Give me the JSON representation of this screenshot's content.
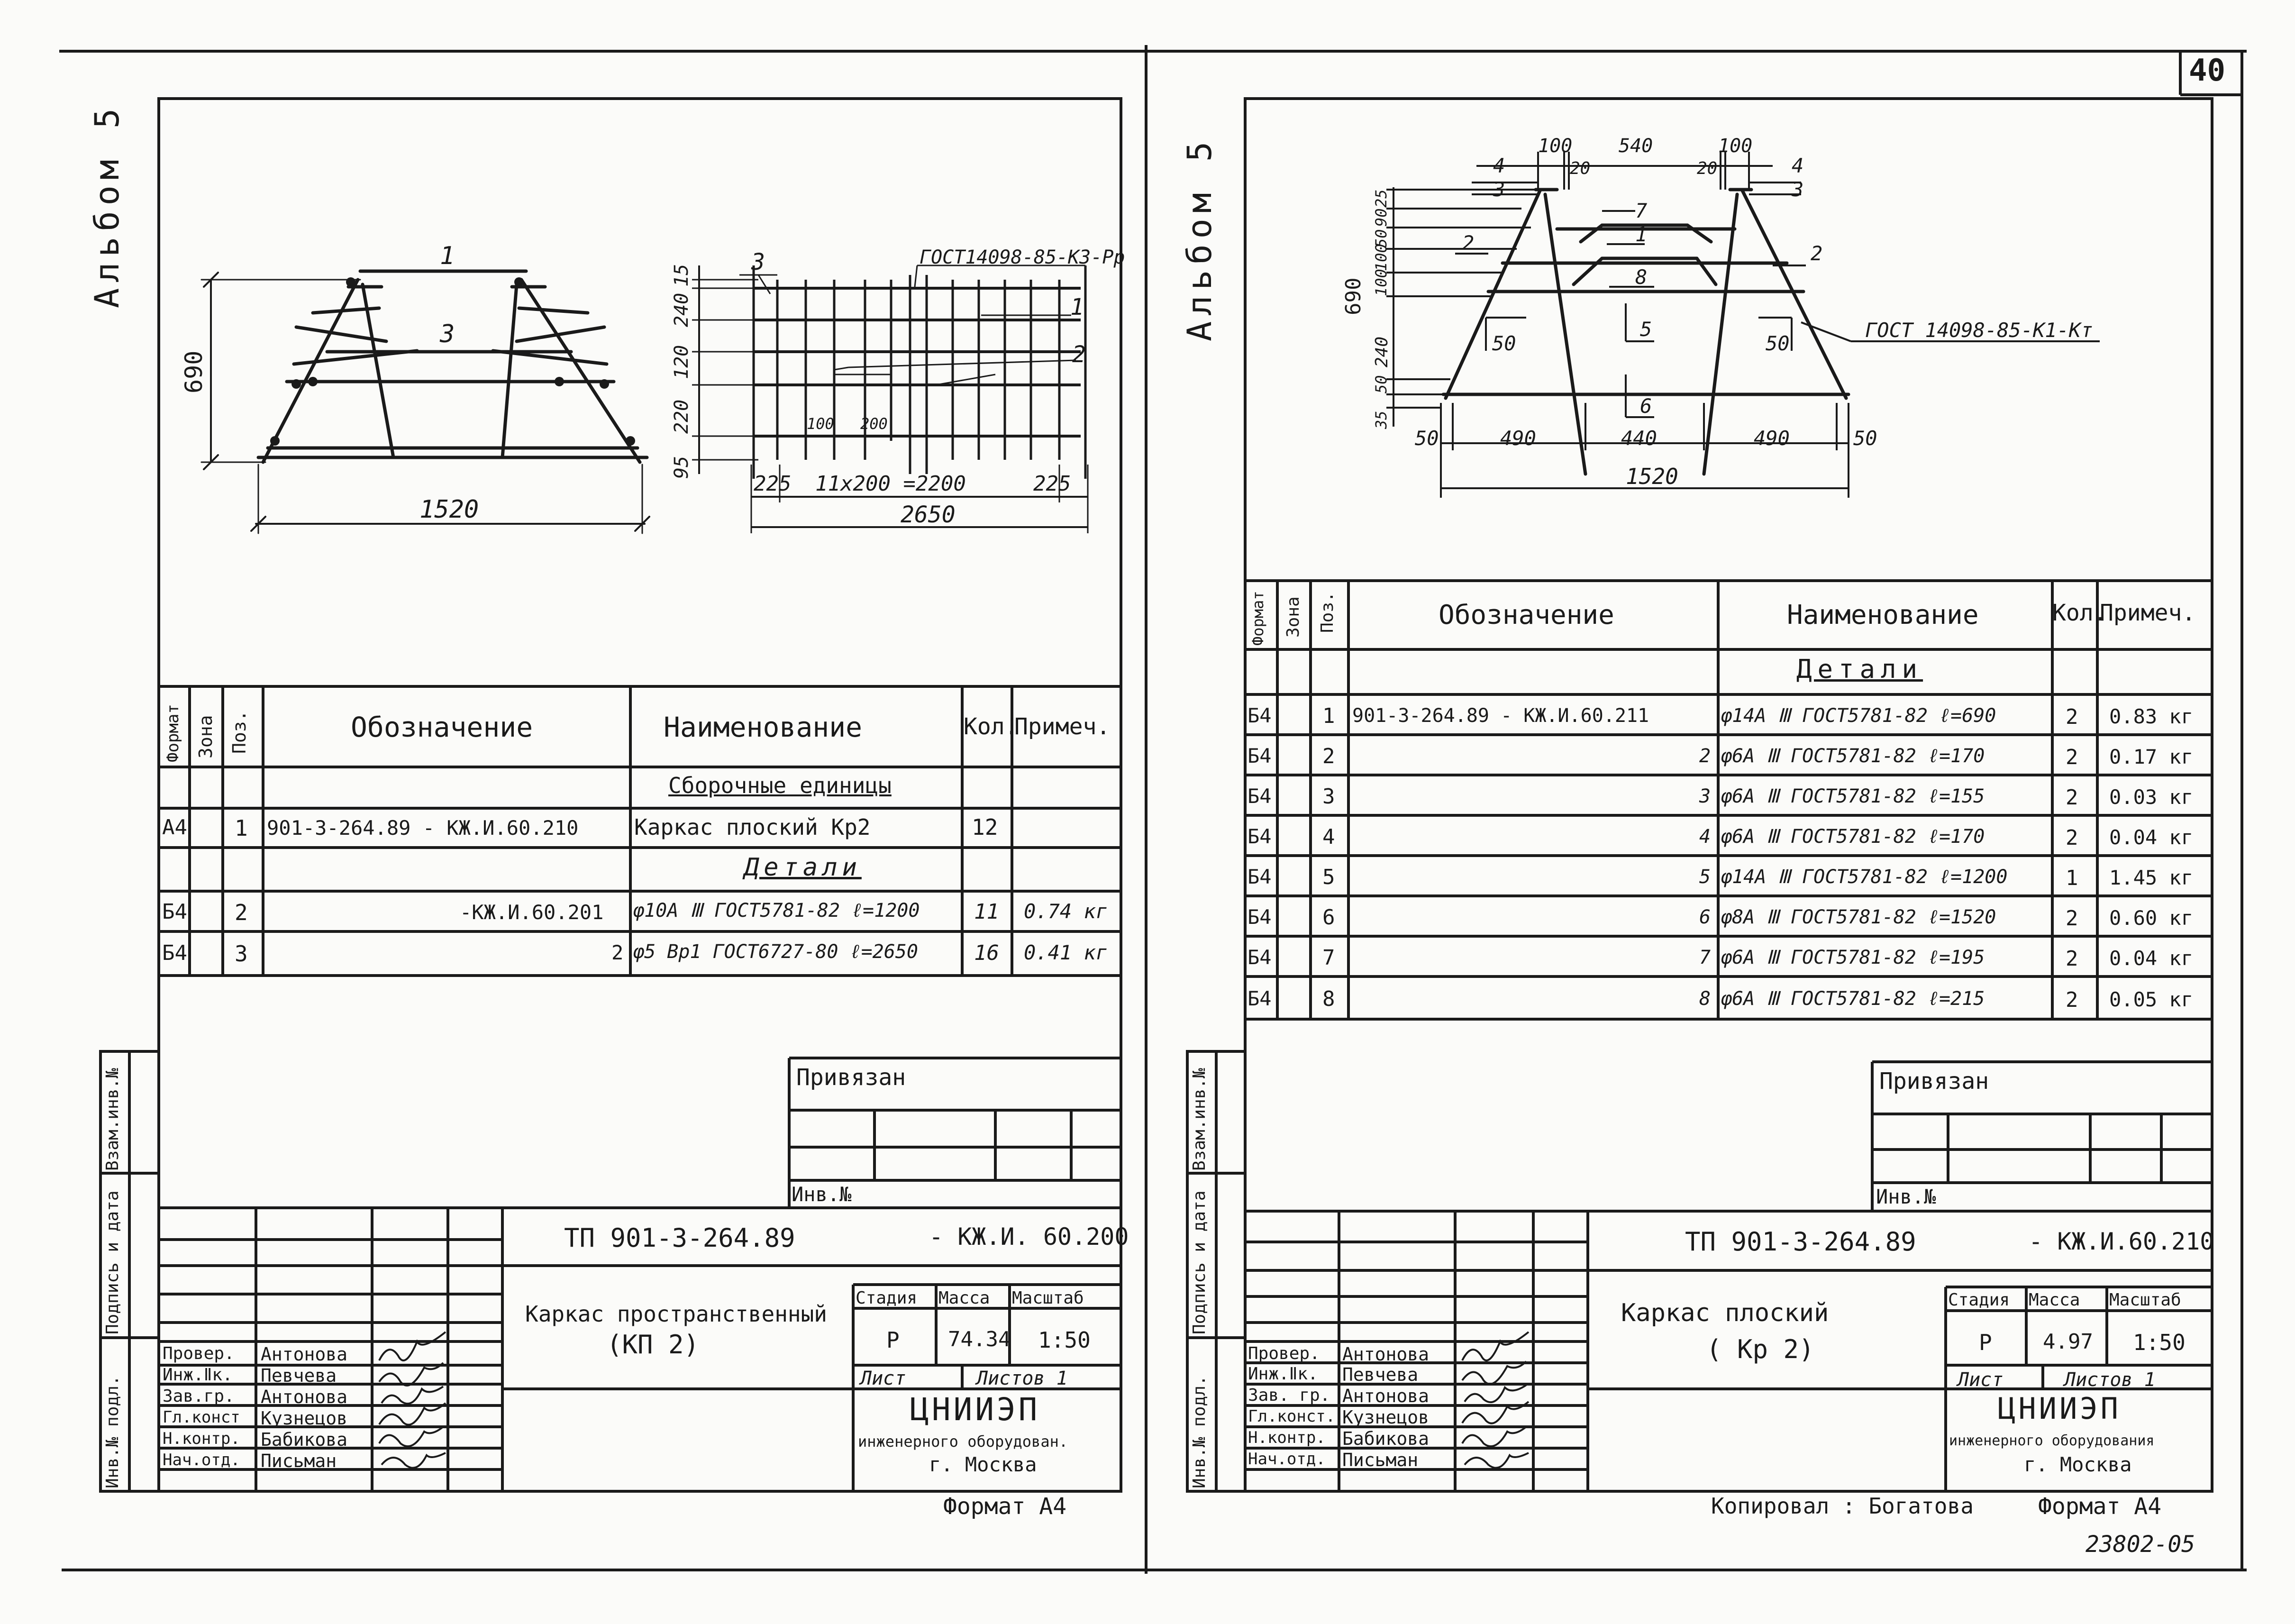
{
  "page_number": "40",
  "bottom_code": "23802-05",
  "left": {
    "album": "Альбом 5",
    "drawing": {
      "dim_690": "690",
      "dim_1520": "1520",
      "label_1": "1",
      "label_3": "3",
      "gost_callout": "ГОСТ14098-85-К3-Рр",
      "r_label_3": "3",
      "r_label_1": "1",
      "r_label_2": "2",
      "dims_v": [
        "15",
        "240",
        "120",
        "220",
        "95"
      ],
      "dim_100": "100",
      "dim_200": "200",
      "dim_225a": "225",
      "dim_11x200": "11х200 =2200",
      "dim_225b": "225",
      "dim_2650": "2650"
    },
    "spec": {
      "headers": {
        "format": "Формат",
        "zone": "Зона",
        "pos": "Поз.",
        "designation": "Обозначение",
        "name": "Наименование",
        "qty": "Кол.",
        "note": "Примеч."
      },
      "section_assembly": "Сборочные единицы",
      "section_details": "Детали",
      "rows": [
        {
          "format": "А4",
          "pos": "1",
          "designation": "901-3-264.89 -  КЖ.И.60.210",
          "name": "Каркас плоский    Кр2",
          "qty": "12",
          "note": ""
        },
        {
          "format": "Б4",
          "pos": "2",
          "designation": "-КЖ.И.60.201",
          "name": "φ10А Ⅲ ГОСТ5781-82  ℓ=1200",
          "qty": "11",
          "note": "0.74 кг"
        },
        {
          "format": "Б4",
          "pos": "3",
          "designation": "2",
          "name": "φ5 Вр1  ГОСТ6727-80  ℓ=2650",
          "qty": "16",
          "note": "0.41 кг"
        }
      ]
    },
    "side_labels": [
      "Инв.№ подл.",
      "Подпись и дата",
      "Взам.инв.№"
    ],
    "privyazan": "Привязан",
    "inv_no": "Инв.№",
    "title_block": {
      "doc_number": "ТП  901-3-264.89",
      "doc_suffix": "- КЖ.И. 60.200",
      "title_line1": "Каркас пространственный",
      "title_line2": "(КП 2)",
      "stage_h": "Стадия",
      "mass_h": "Масса",
      "scale_h": "Масштаб",
      "stage": "Р",
      "mass": "74.34",
      "scale": "1:50",
      "sheet_h": "Лист",
      "sheets_h": "Листов 1",
      "org1": "ЦНИИЭП",
      "org2": "инженерного оборудован.",
      "org3": "г. Москва",
      "roles": [
        "Провер.",
        "Инж.Ⅱк.",
        "Зав.гр.",
        "Гл.конст",
        "Н.контр.",
        "Нач.отд."
      ],
      "names": [
        "Антонова",
        "Певчева",
        "Антонова",
        "Кузнецов",
        "Бабикова",
        "Письман"
      ]
    },
    "format": "Формат А4"
  },
  "right": {
    "album": "Альбом 5",
    "drawing": {
      "top_100a": "100",
      "top_540": "540",
      "top_100b": "100",
      "top_4a": "4",
      "top_3a": "3",
      "top_20a": "20",
      "top_20b": "20",
      "top_4b": "4",
      "top_3b": "3",
      "lbl_7": "7",
      "lbl_1": "1",
      "lbl_2a": "2",
      "lbl_2b": "2",
      "lbl_8": "8",
      "lbl_5": "5",
      "lbl_6": "6",
      "lbl_50a": "50",
      "lbl_50b": "50",
      "dim_690": "690",
      "dims_v": [
        "25",
        "90",
        "50",
        "100",
        "100",
        "240",
        "50",
        "35"
      ],
      "gost_callout": "ГОСТ 14098-85-К1-Кт",
      "b_50a": "50",
      "b_490a": "490",
      "b_440": "440",
      "b_490b": "490",
      "b_50b": "50",
      "b_1520": "1520"
    },
    "spec": {
      "headers": {
        "format": "Формат",
        "zone": "Зона",
        "pos": "Поз.",
        "designation": "Обозначение",
        "name": "Наименование",
        "qty": "Кол.",
        "note": "Примеч."
      },
      "section_details": "Детали",
      "rows": [
        {
          "format": "Б4",
          "pos": "1",
          "designation": "901-3-264.89 -  КЖ.И.60.211",
          "name": "φ14А Ⅲ ГОСТ5781-82  ℓ=690",
          "qty": "2",
          "note": "0.83 кг"
        },
        {
          "format": "Б4",
          "pos": "2",
          "designation": "2",
          "name": "φ6А Ⅲ ГОСТ5781-82  ℓ=170",
          "qty": "2",
          "note": "0.17 кг"
        },
        {
          "format": "Б4",
          "pos": "3",
          "designation": "3",
          "name": "φ6А Ⅲ ГОСТ5781-82  ℓ=155",
          "qty": "2",
          "note": "0.03 кг"
        },
        {
          "format": "Б4",
          "pos": "4",
          "designation": "4",
          "name": "φ6А Ⅲ ГОСТ5781-82  ℓ=170",
          "qty": "2",
          "note": "0.04 кг"
        },
        {
          "format": "Б4",
          "pos": "5",
          "designation": "5",
          "name": "φ14А Ⅲ ГОСТ5781-82  ℓ=1200",
          "qty": "1",
          "note": "1.45 кг"
        },
        {
          "format": "Б4",
          "pos": "6",
          "designation": "6",
          "name": "φ8А Ⅲ ГОСТ5781-82  ℓ=1520",
          "qty": "2",
          "note": "0.60 кг"
        },
        {
          "format": "Б4",
          "pos": "7",
          "designation": "7",
          "name": "φ6А Ⅲ ГОСТ5781-82  ℓ=195",
          "qty": "2",
          "note": "0.04 кг"
        },
        {
          "format": "Б4",
          "pos": "8",
          "designation": "8",
          "name": "φ6А Ⅲ ГОСТ5781-82  ℓ=215",
          "qty": "2",
          "note": "0.05 кг"
        }
      ]
    },
    "side_labels": [
      "Инв.№ подл.",
      "Подпись и дата",
      "Взам.инв.№"
    ],
    "privyazan": "Привязан",
    "inv_no": "Инв.№",
    "title_block": {
      "doc_number": "ТП  901-3-264.89",
      "doc_suffix": "- КЖ.И.60.210",
      "title_line1": "Каркас    плоский",
      "title_line2": "( Кр 2)",
      "stage_h": "Стадия",
      "mass_h": "Масса",
      "scale_h": "Масштаб",
      "stage": "Р",
      "mass": "4.97",
      "scale": "1:50",
      "sheet_h": "Лист",
      "sheets_h": "Листов 1",
      "org1": "ЦНИИЭП",
      "org2": "инженерного оборудования",
      "org3": "г. Москва",
      "roles": [
        "Провер.",
        "Инж.Ⅱк.",
        "Зав. гр.",
        "Гл.конст.",
        "Н.контр.",
        "Нач.отд."
      ],
      "names": [
        "Антонова",
        "Певчева",
        "Антонова",
        "Кузнецов",
        "Бабикова",
        "Письман"
      ]
    },
    "copied": "Копировал : Богатова",
    "format": "Формат А4"
  }
}
